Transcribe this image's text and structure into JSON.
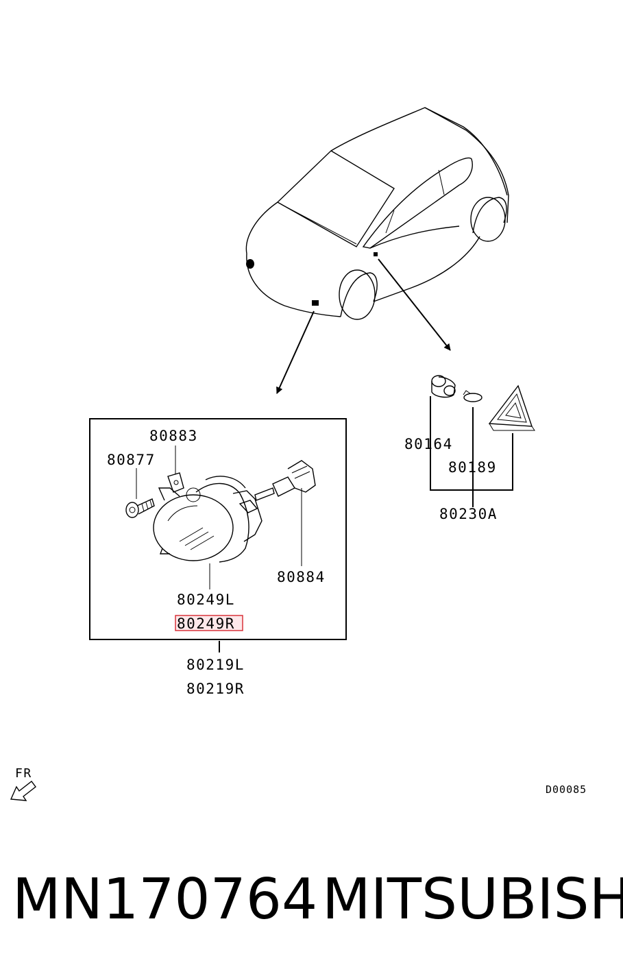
{
  "callouts": {
    "p80883": "80883",
    "p80877": "80877",
    "p80884": "80884",
    "p80249L": "80249L",
    "p80249R": "80249R",
    "p80219L": "80219L",
    "p80219R": "80219R",
    "p80164": "80164",
    "p80189": "80189",
    "p80230A": "80230A"
  },
  "orientation": {
    "label": "FR"
  },
  "diagram_code": "D00085",
  "footer": {
    "part_number": "MN170764",
    "brand": "MITSUBISHI"
  },
  "colors": {
    "highlight": "#d9323a",
    "ink": "#000000"
  }
}
